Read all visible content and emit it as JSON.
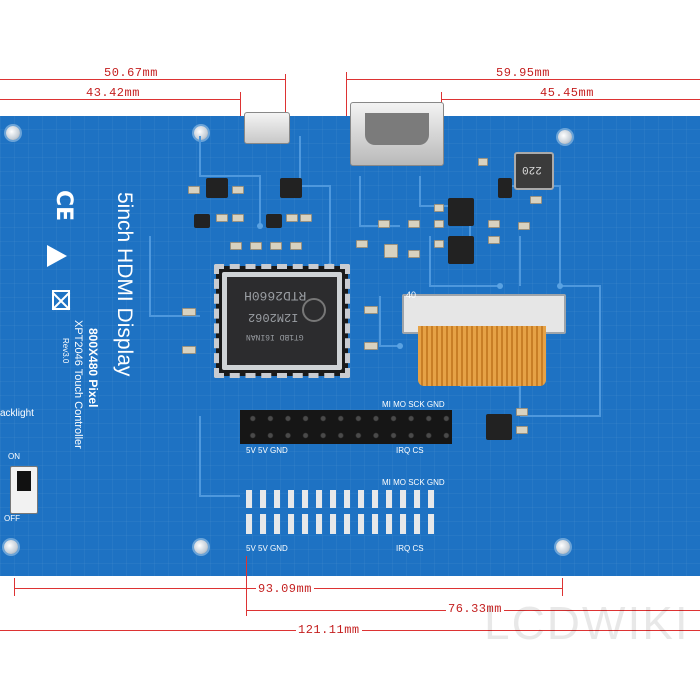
{
  "dimensions": {
    "top_left_outer": "50.67mm",
    "top_left_inner": "43.42mm",
    "top_right_outer": "59.95mm",
    "top_right_inner": "45.45mm",
    "bottom_inner": "93.09mm",
    "bottom_mid": "76.33mm",
    "bottom_outer": "121.11mm"
  },
  "board": {
    "title": "5inch HDMI Display",
    "resolution": "800X480 Pixel",
    "controller": "XPT2046 Touch Controller",
    "revision": "Rev3.0",
    "backlight_label": "acklight",
    "switch_on": "ON",
    "switch_off": "OFF",
    "fpc_label": "40",
    "inductor_label": "220",
    "chip_line1": "RTD2660H",
    "chip_line2": "I2M2062",
    "chip_line3": "GT1BD I6INAN",
    "header_top_left": "MI MO SCK GND",
    "header_bottom_left": "5V  5V GND",
    "header_bottom_right": "IRQ        CS",
    "strip_top": "MI MO SCK GND",
    "strip_bottom_left": "5V  5V GND",
    "strip_bottom_right": "IRQ        CS",
    "cert_ce": "CE"
  },
  "watermark": "LCDWIKI"
}
